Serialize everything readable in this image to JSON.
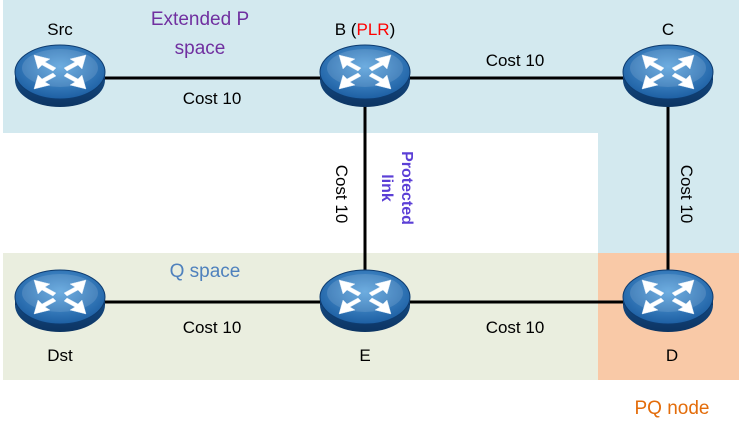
{
  "regions": {
    "p_space": {
      "label_line1": "Extended P",
      "label_line2": "space",
      "color": "#d3e9ef",
      "label_color": "#7030a0"
    },
    "q_space": {
      "label": "Q space",
      "color": "#eaeedf",
      "label_color": "#4f81bd"
    },
    "pq_node": {
      "label": "PQ node",
      "color": "#f9c9a7",
      "label_color": "#e36c0a"
    }
  },
  "nodes": {
    "src": {
      "label": "Src"
    },
    "b": {
      "label_prefix": "B (",
      "label_plr": "PLR",
      "label_suffix": ")",
      "plr_color": "#ff0000"
    },
    "c": {
      "label": "C"
    },
    "dst": {
      "label": "Dst"
    },
    "e": {
      "label": "E"
    },
    "d": {
      "label": "D"
    }
  },
  "links": {
    "src_b": "Cost 10",
    "b_c": "Cost 10",
    "b_e": "Cost 10",
    "c_d": "Cost 10",
    "dst_e": "Cost 10",
    "e_d": "Cost 10"
  },
  "protected_link": {
    "line1": "Protected",
    "line2": "link",
    "color": "#5b3fd6"
  },
  "router_icon": "router-icon"
}
